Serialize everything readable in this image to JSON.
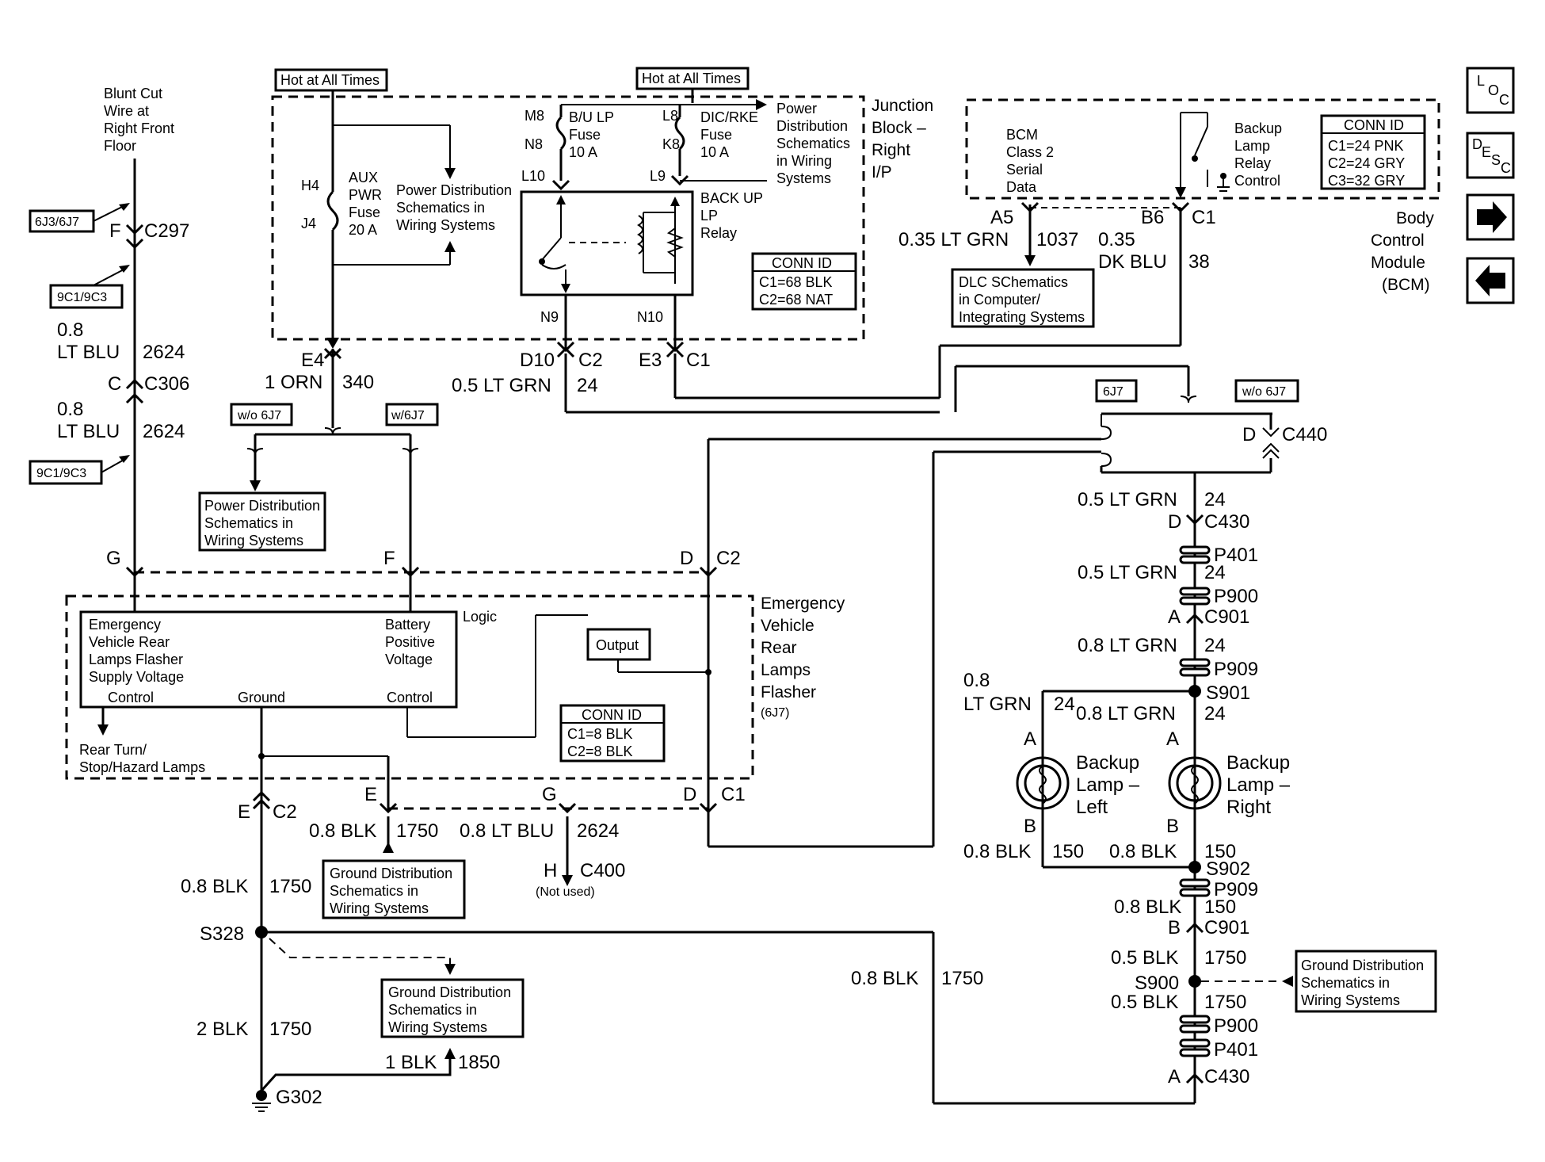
{
  "labels": {
    "blunt_cut": [
      "Blunt Cut",
      "Wire at",
      "Right Front",
      "Floor"
    ],
    "hot_left": "Hot at All Times",
    "hot_right": "Hot at All Times",
    "jb_title": [
      "Junction",
      "Block –",
      "Right",
      "I/P"
    ],
    "pd_ref_top_right": [
      "Power",
      "Distribution",
      "Schematics",
      "in Wiring",
      "Systems"
    ],
    "pd_ref_top_mid": [
      "Power Distribution",
      "Schematics in",
      "Wiring Systems"
    ],
    "aux_fuse": [
      "AUX",
      "PWR",
      "Fuse",
      "20 A"
    ],
    "bu_fuse": [
      "B/U LP",
      "Fuse",
      "10 A"
    ],
    "dic_fuse": [
      "DIC/RKE",
      "Fuse",
      "10 A"
    ],
    "relay": [
      "BACK UP",
      "LP",
      "Relay"
    ],
    "jb_conn_title": "CONN ID",
    "jb_conn": [
      "C1=68 BLK",
      "C2=68 NAT"
    ],
    "pins_jb": {
      "h4": "H4",
      "j4": "J4",
      "m8": "M8",
      "n8": "N8",
      "l10": "L10",
      "l8": "L8",
      "k8": "K8",
      "l9": "L9",
      "n9": "N9",
      "n10": "N10"
    },
    "bcm_data": [
      "BCM",
      "Class 2",
      "Serial",
      "Data"
    ],
    "bcm_relay_ctrl": [
      "Backup",
      "Lamp",
      "Relay",
      "Control"
    ],
    "bcm_conn_title": "CONN ID",
    "bcm_conn": [
      "C1=24 PNK",
      "C2=24 GRY",
      "C3=32 GRY"
    ],
    "bcm_title": [
      "Body",
      "Control",
      "Module",
      "(BCM)"
    ],
    "dlc_ref": [
      "DLC SChematics",
      "in Computer/",
      "Integrating Systems"
    ],
    "nav": {
      "loc": [
        "L",
        "O",
        "C"
      ],
      "desc": [
        "D",
        "E",
        "S",
        "C"
      ]
    },
    "opt_6j3": "6J3/6J7",
    "opt_9c1_a": "9C1/9C3",
    "opt_9c1_b": "9C1/9C3",
    "opt_wo6j7_left": "w/o 6J7",
    "opt_w6j7_left": "w/6J7",
    "opt_6j7_right": "6J7",
    "opt_wo6j7_right": "w/o 6J7",
    "pd_ref_bottom_left": [
      "Power Distribution",
      "Schematics in",
      "Wiring Systems"
    ],
    "flasher_title": [
      "Emergency",
      "Vehicle",
      "Rear",
      "Lamps",
      "Flasher"
    ],
    "flasher_opt": "(6J7)",
    "flasher_in_left": [
      "Emergency",
      "Vehicle Rear",
      "Lamps Flasher",
      "Supply Voltage"
    ],
    "flasher_in_right": [
      "Battery",
      "Positive",
      "Voltage"
    ],
    "flasher_logic": "Logic",
    "flasher_output": "Output",
    "flasher_ctrl_left": "Control",
    "flasher_ground": "Ground",
    "flasher_ctrl_right": "Control",
    "flasher_conn_title": "CONN ID",
    "flasher_conn": [
      "C1=8 BLK",
      "C2=8 BLK"
    ],
    "rear_turn": [
      "Rear Turn/",
      "Stop/Hazard Lamps"
    ],
    "gd_ref_1": [
      "Ground Distribution",
      "Schematics in",
      "Wiring Systems"
    ],
    "gd_ref_2": [
      "Ground Distribution",
      "Schematics in",
      "Wiring Systems"
    ],
    "gd_ref_3": [
      "Ground Distribution",
      "Schematics in",
      "Wiring Systems"
    ],
    "not_used": "(Not used)",
    "lamp_left": [
      "Backup",
      "Lamp –",
      "Left"
    ],
    "lamp_right": [
      "Backup",
      "Lamp –",
      "Right"
    ]
  },
  "wires": {
    "c297_pin": "F",
    "c297": "C297",
    "w2624_a": [
      "0.8",
      "LT BLU",
      "2624"
    ],
    "c306_pin": "C",
    "c306": "C306",
    "w2624_b": [
      "0.8",
      "LT BLU",
      "2624"
    ],
    "e4": "E4",
    "w340": [
      "1 ORN",
      "340"
    ],
    "d10": "D10",
    "c2_jb": "C2",
    "w24_jb": [
      "0.5 LT GRN",
      "24"
    ],
    "e3": "E3",
    "c1_jb": "C1",
    "a5": "A5",
    "w1037": [
      "0.35 LT GRN",
      "1037"
    ],
    "b6": "B6",
    "c1_bcm": "C1",
    "w38": [
      "0.35",
      "DK BLU",
      "38"
    ],
    "c440_pin": "D",
    "c440": "C440",
    "w24_1": [
      "0.5 LT GRN",
      "24"
    ],
    "c430_top_pin": "D",
    "c430_top": "C430",
    "p401_top": "P401",
    "w24_2": [
      "0.5 LT GRN",
      "24"
    ],
    "p900_top": "P900",
    "c901_top_pin": "A",
    "c901_top": "C901",
    "w24_3": [
      "0.8 LT GRN",
      "24"
    ],
    "p909_top": "P909",
    "s901": "S901",
    "w24_left": [
      "0.8",
      "LT GRN",
      "24"
    ],
    "w24_right": [
      "0.8 LT GRN",
      "24"
    ],
    "lamp_a_left": "A",
    "lamp_a_right": "A",
    "lamp_b_left": "B",
    "lamp_b_right": "B",
    "w150_left": [
      "0.8 BLK",
      "150"
    ],
    "w150_right": [
      "0.8 BLK",
      "150"
    ],
    "s902": "S902",
    "p909_bot": "P909",
    "w150_3": [
      "0.8 BLK",
      "150"
    ],
    "c901_bot_pin": "B",
    "c901_bot": "C901",
    "w1750_r1": [
      "0.5 BLK",
      "1750"
    ],
    "s900": "S900",
    "w1750_r2": [
      "0.5 BLK",
      "1750"
    ],
    "p900_bot": "P900",
    "p401_bot": "P401",
    "c430_bot_pin": "A",
    "c430_bot": "C430",
    "fl_g": "G",
    "fl_f": "F",
    "fl_d": "D",
    "fl_c2": "C2",
    "fl_e": "E",
    "fl_c2b": "C2",
    "fl_e2": "E",
    "fl_g2": "G",
    "fl_d2": "D",
    "fl_c1": "C1",
    "w1750_a": [
      "0.8 BLK",
      "1750"
    ],
    "w2624_c": [
      "0.8 LT BLU",
      "2624"
    ],
    "c400_pin": "H",
    "c400": "C400",
    "w1750_b": [
      "0.8 BLK",
      "1750"
    ],
    "s328": "S328",
    "w1750_long": [
      "0.8 BLK",
      "1750"
    ],
    "w1750_c": [
      "2 BLK",
      "1750"
    ],
    "w1850": [
      "1 BLK",
      "1850"
    ],
    "g302": "G302"
  }
}
